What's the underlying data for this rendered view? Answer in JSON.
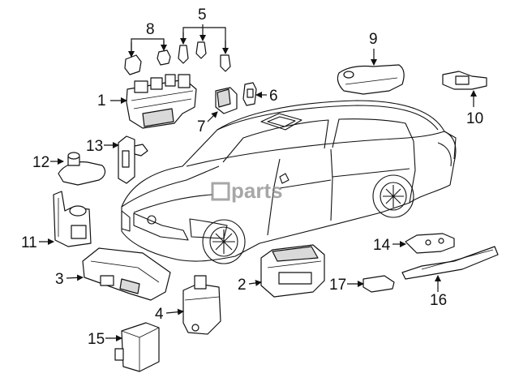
{
  "diagram": {
    "watermark": "parts",
    "callouts": [
      "1",
      "2",
      "3",
      "4",
      "5",
      "6",
      "7",
      "8",
      "9",
      "10",
      "11",
      "12",
      "13",
      "14",
      "15",
      "16",
      "17"
    ]
  }
}
